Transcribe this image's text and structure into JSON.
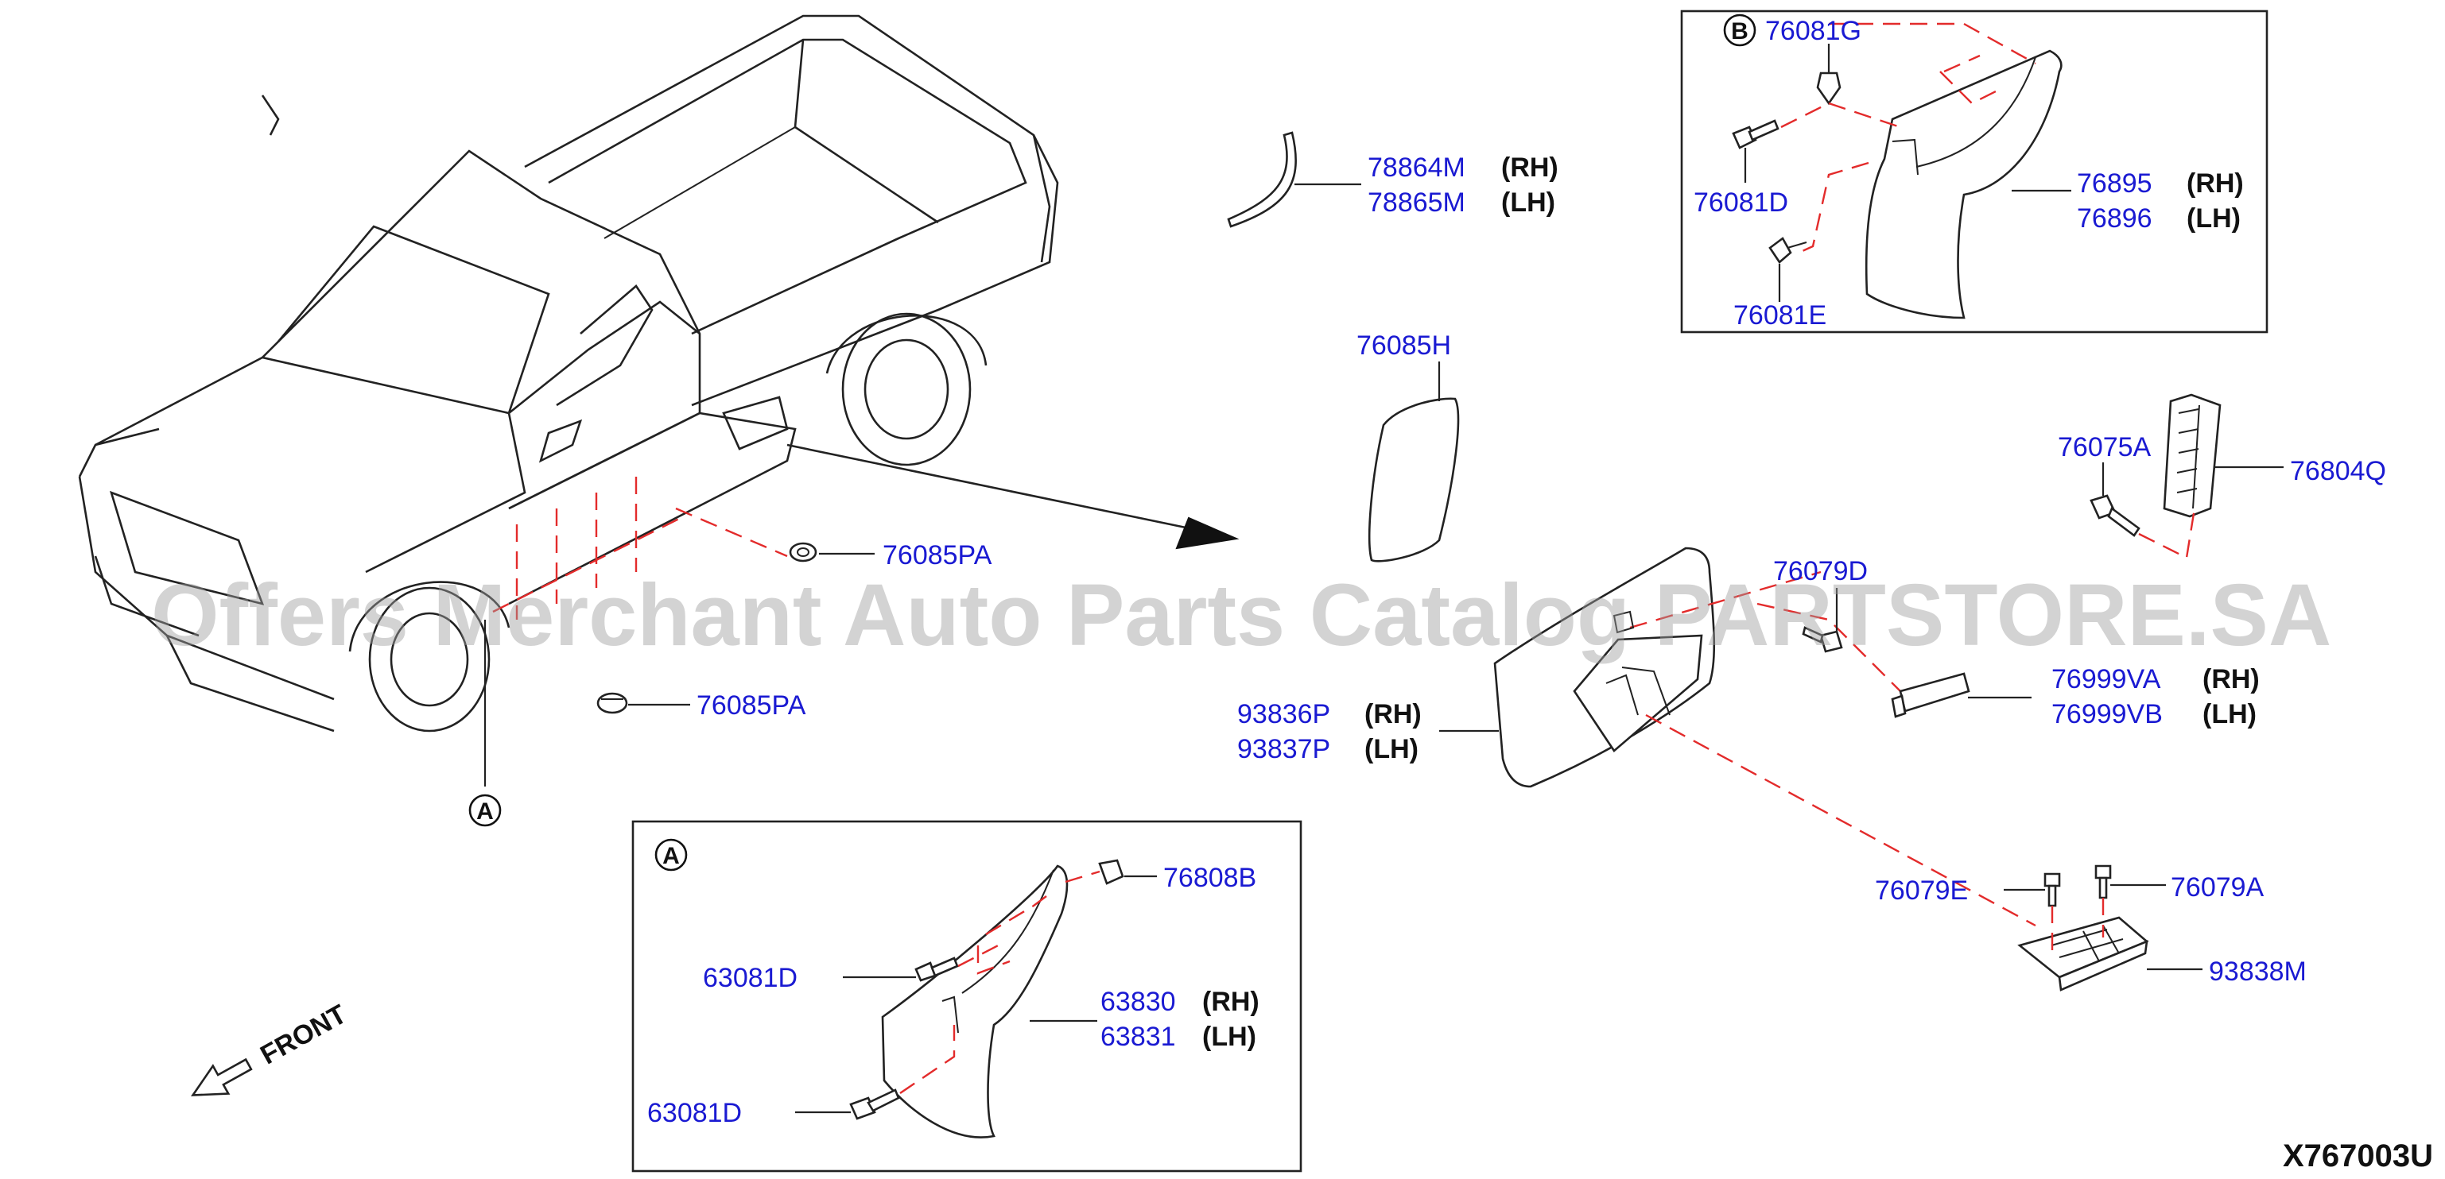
{
  "labels": {
    "p78864M": "78864M",
    "p78864M_side": "(RH)",
    "p78865M": "78865M",
    "p78865M_side": "(LH)",
    "p76081G": "76081G",
    "p76081D": "76081D",
    "p76081E": "76081E",
    "p76895": "76895",
    "p76895_side": "(RH)",
    "p76896": "76896",
    "p76896_side": "(LH)",
    "p76085H": "76085H",
    "p76075A": "76075A",
    "p76804Q": "76804Q",
    "p76085PA_1": "76085PA",
    "p76085PA_2": "76085PA",
    "p76079D": "76079D",
    "p76999VA": "76999VA",
    "p76999VA_side": "(RH)",
    "p76999VB": "76999VB",
    "p76999VB_side": "(LH)",
    "p93836P": "93836P",
    "p93836P_side": "(RH)",
    "p93837P": "93837P",
    "p93837P_side": "(LH)",
    "p76079E": "76079E",
    "p76079A": "76079A",
    "p93838M": "93838M",
    "p76808B": "76808B",
    "p63081D_1": "63081D",
    "p63081D_2": "63081D",
    "p63830": "63830",
    "p63830_side": "(RH)",
    "p63831": "63831",
    "p63831_side": "(LH)"
  },
  "markers": {
    "A_main": "A",
    "A_inset": "A",
    "B_inset": "B"
  },
  "front_label": "FRONT",
  "diagram_code": "X767003U",
  "watermark": "Offers Merchant Auto Parts Catalog PARTSTORE.SA",
  "colors": {
    "part_number": "#1a1ad2",
    "leader": "#e32b2b",
    "outline": "#222222"
  }
}
